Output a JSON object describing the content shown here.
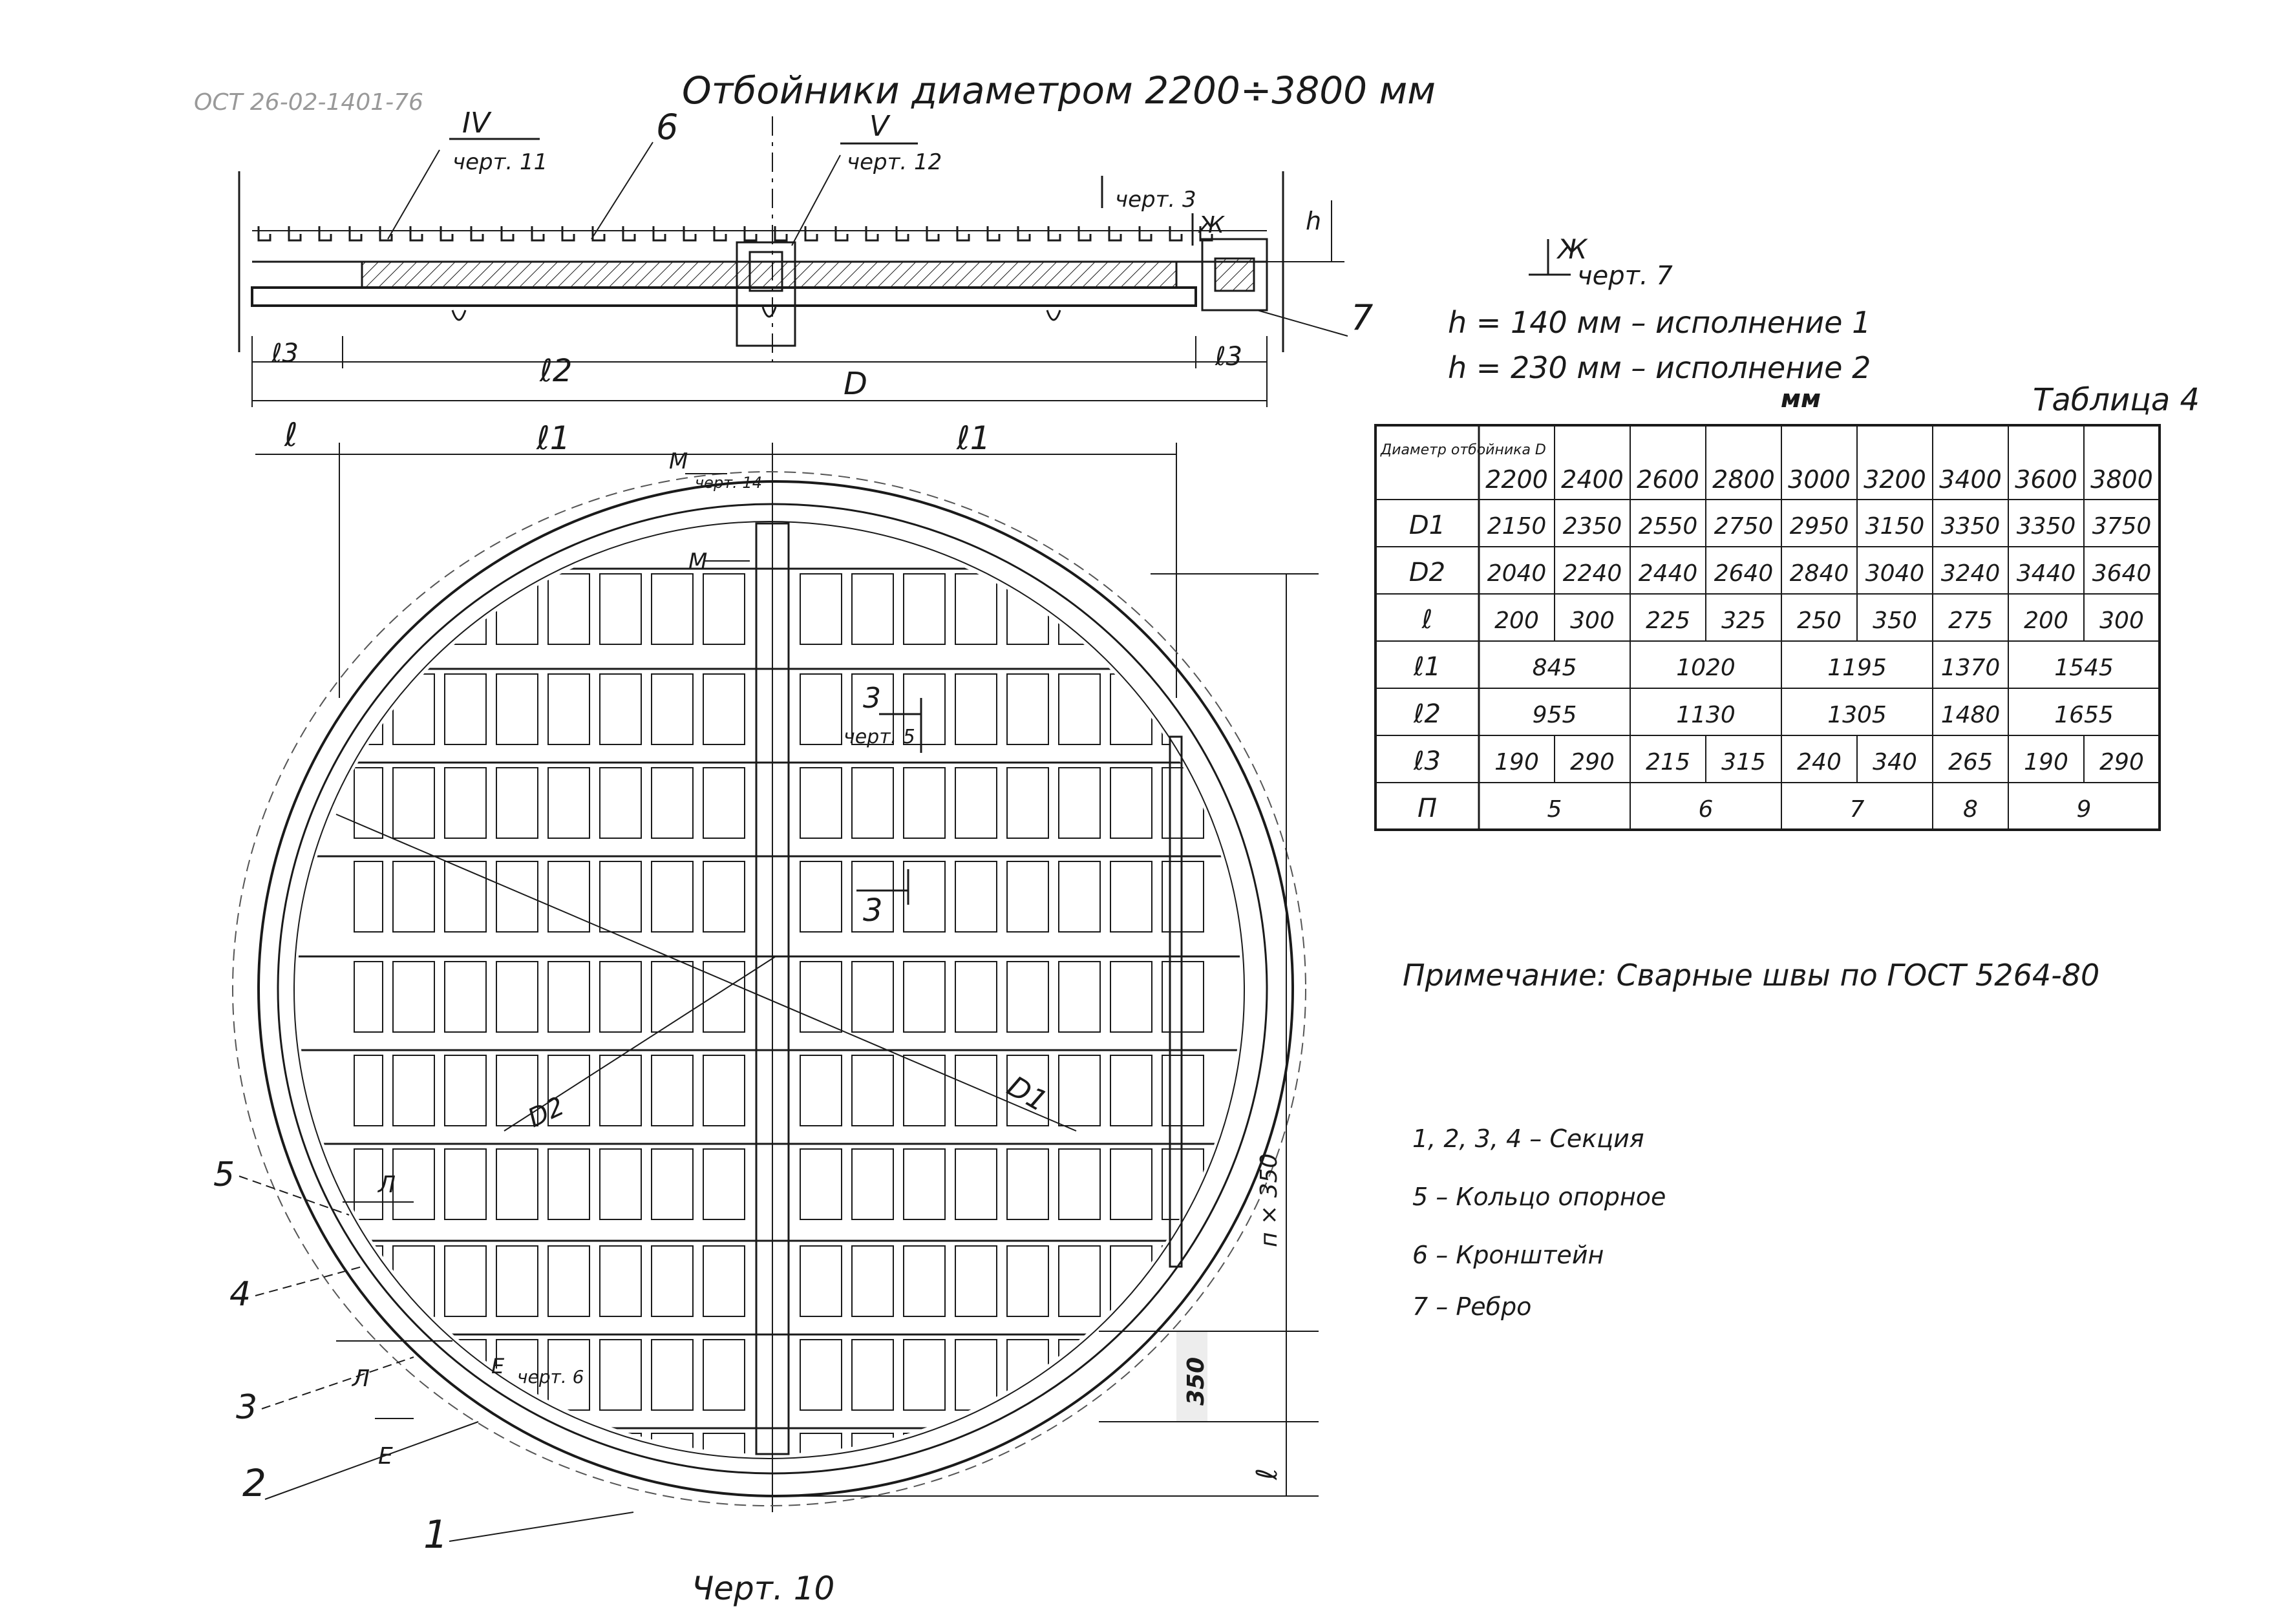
{
  "title": "Отбойники диаметром 2200÷3800 мм",
  "stamp": "ОСТ 26-02-1401-76",
  "top_view": {
    "callout_iv": "IV",
    "callout_iv_ref": "черт. 11",
    "callout_6": "6",
    "callout_v": "V",
    "callout_v_ref": "черт. 12",
    "callout_g_ref": "черт. 3",
    "callout_zh": "Ж",
    "label_h": "h",
    "label_7": "7",
    "dim_l3_left": "ℓ3",
    "dim_l2": "ℓ2",
    "dim_d": "D",
    "dim_l3_right": "ℓ3"
  },
  "view_zh": {
    "letter": "Ж",
    "ref": "черт. 7"
  },
  "notes_h": [
    "h = 140 мм – исполнение 1",
    "h = 230 мм – исполнение 2"
  ],
  "table": {
    "unit": "мм",
    "caption": "Таблица 4",
    "header_label": "Диаметр отбойника D",
    "columns": [
      "2200",
      "2400",
      "2600",
      "2800",
      "3000",
      "3200",
      "3400",
      "3600",
      "3800"
    ],
    "rows": [
      {
        "label": "D1",
        "cells": [
          "2150",
          "2350",
          "2550",
          "2750",
          "2950",
          "3150",
          "3350",
          "3350",
          "3750"
        ]
      },
      {
        "label": "D2",
        "cells": [
          "2040",
          "2240",
          "2440",
          "2640",
          "2840",
          "3040",
          "3240",
          "3440",
          "3640"
        ]
      },
      {
        "label": "ℓ",
        "cells": [
          "200",
          "300",
          "225",
          "325",
          "250",
          "350",
          "275",
          "200",
          "300"
        ]
      },
      {
        "label": "ℓ1",
        "merged": [
          "845",
          "1020",
          "1195",
          "1370",
          "1545"
        ]
      },
      {
        "label": "ℓ2",
        "merged": [
          "955",
          "1130",
          "1305",
          "1480",
          "1655"
        ]
      },
      {
        "label": "ℓ3",
        "cells": [
          "190",
          "290",
          "215",
          "315",
          "240",
          "340",
          "265",
          "190",
          "290"
        ]
      },
      {
        "label": "П",
        "merged": [
          "5",
          "6",
          "7",
          "8",
          "9"
        ]
      }
    ]
  },
  "note": "Примечание: Сварные швы по ГОСТ 5264-80",
  "legend": [
    "1, 2, 3, 4 – Секция",
    "5 – Кольцо опорное",
    "6 – Кронштейн",
    "7 – Ребро"
  ],
  "plan_view": {
    "dim_l": "ℓ",
    "dim_l1_left": "ℓ1",
    "dim_l1_right": "ℓ1",
    "callout_m_top": "М",
    "callout_m_ref": "черт. 14",
    "callout_m_bottom": "М",
    "section_3_top": "3",
    "section_3_ref": "черт. 5",
    "section_3_mid": "3",
    "label_d1": "D1",
    "label_d2": "D2",
    "label_l_upper": "Л",
    "label_l_lower": "Л",
    "callout_e": "Е",
    "callout_e_ref": "черт. 6",
    "callout_e_low": "Е",
    "pos_5": "5",
    "pos_4": "4",
    "pos_3": "3",
    "pos_2": "2",
    "pos_1": "1",
    "dim_n350": "п × 350",
    "dim_350": "350",
    "dim_l_right": "ℓ",
    "caption": "Черт. 10"
  },
  "colors": {
    "ink": "#1a1a1a",
    "paper": "#ffffff"
  }
}
